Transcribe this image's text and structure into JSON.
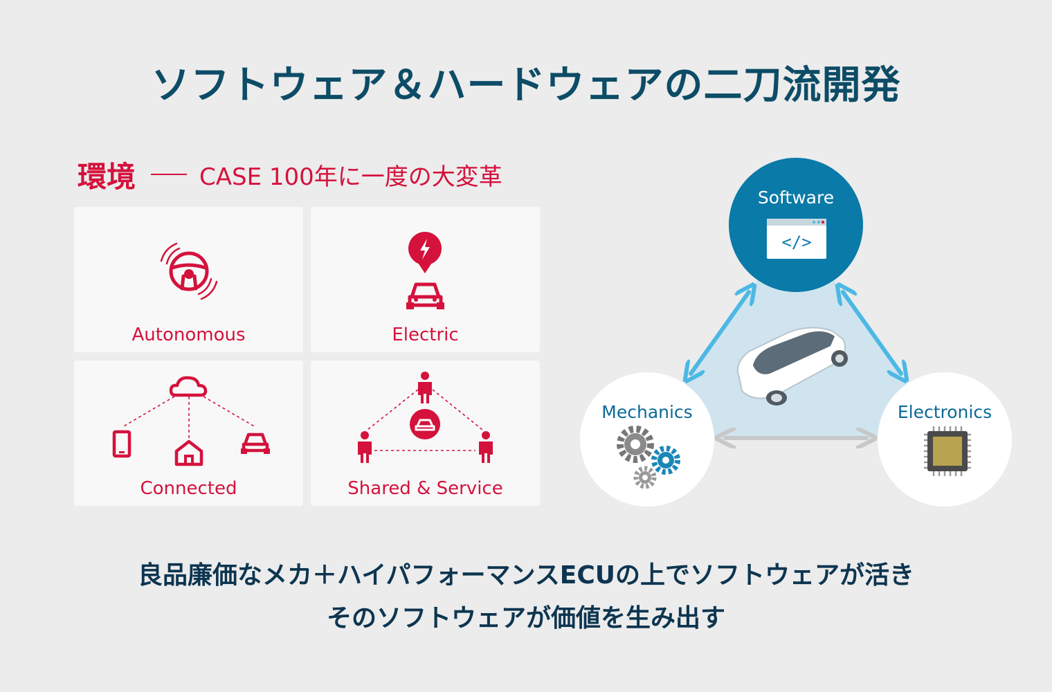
{
  "title": "ソフトウェア＆ハードウェアの二刀流開発",
  "environment": {
    "label": "環境",
    "subtitle": "CASE 100年に一度の大変革"
  },
  "cards": [
    {
      "label": "Autonomous",
      "icon": "steering-wheel-icon"
    },
    {
      "label": "Electric",
      "icon": "electric-car-icon"
    },
    {
      "label": "Connected",
      "icon": "cloud-network-icon"
    },
    {
      "label": "Shared & Service",
      "icon": "shared-people-icon"
    }
  ],
  "diagram": {
    "software": "Software",
    "mechanics": "Mechanics",
    "electronics": "Electronics",
    "code_glyph": "</>"
  },
  "bottom": {
    "line1": "良品廉価なメカ＋ハイパフォーマンスECUの上でソフトウェアが活き",
    "line2": "そのソフトウェアが価値を生み出す"
  },
  "colors": {
    "accent_red": "#d4123c",
    "title_navy": "#0d4c66",
    "software_blue": "#0a7aa8",
    "arrow_blue": "#4cb8e4",
    "triangle_fill": "#cfe4ef",
    "background": "#ececec"
  }
}
